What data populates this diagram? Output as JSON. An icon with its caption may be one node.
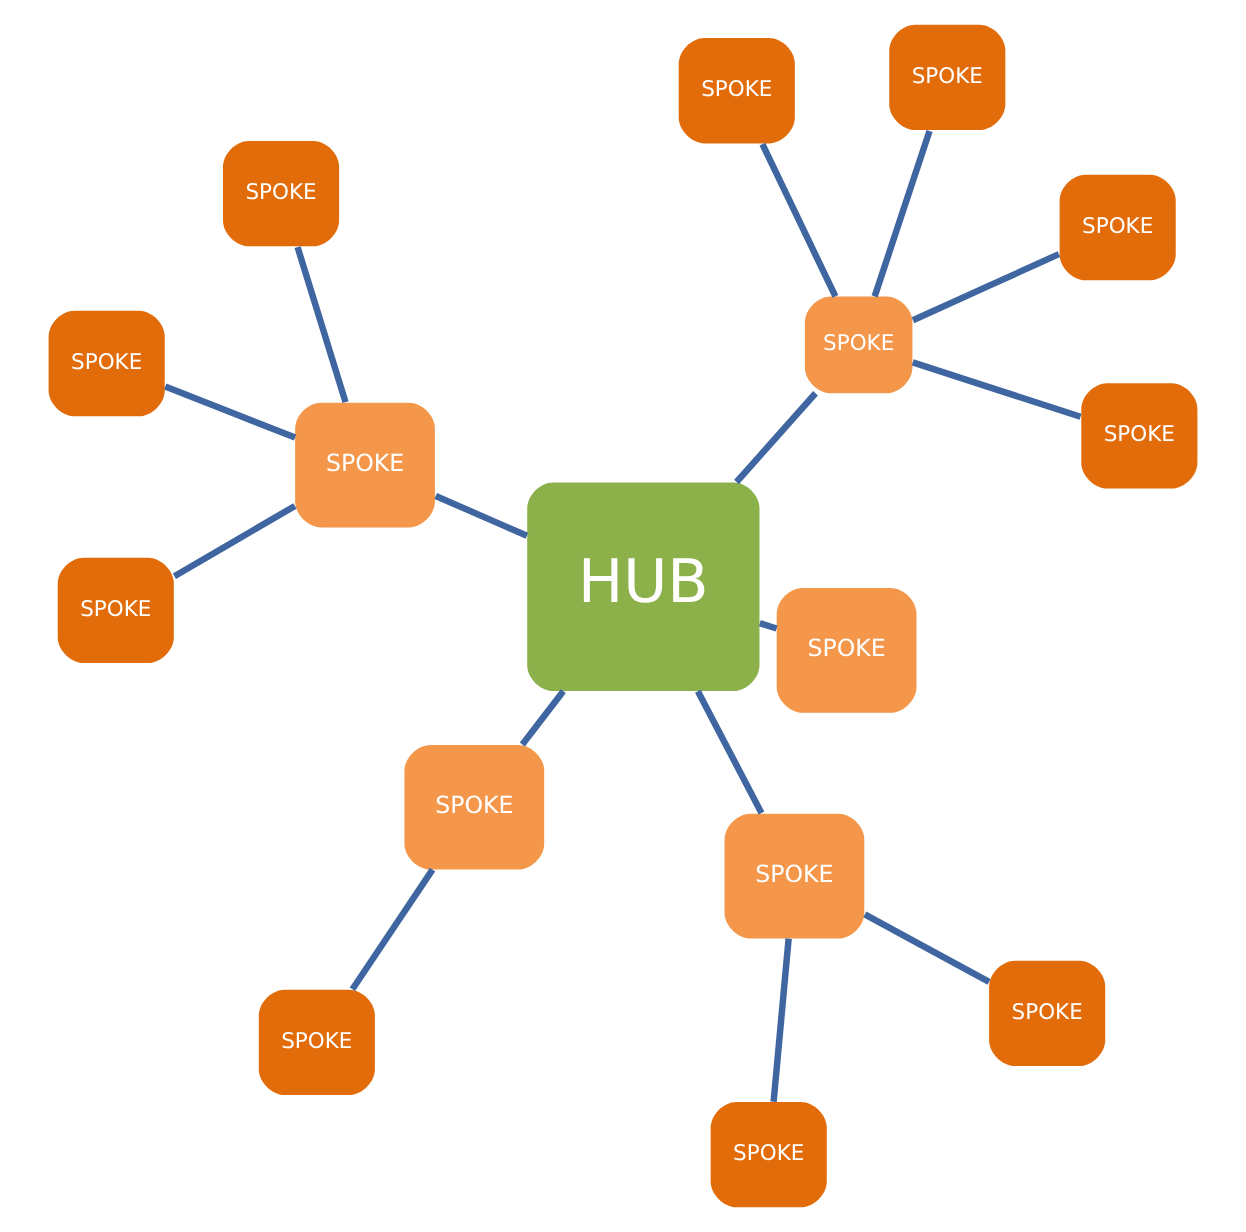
{
  "diagram": {
    "nodes": [
      {
        "text": [
          "HUB"
        ]
      },
      {
        "text": [
          "SPOKE"
        ]
      },
      {
        "text": [
          "SPOKE"
        ]
      },
      {
        "text": [
          "SPOKE"
        ]
      },
      {
        "text": [
          "SPOKE"
        ]
      },
      {
        "text": [
          "SPOKE"
        ]
      },
      {
        "text": [
          "SPOKE"
        ]
      },
      {
        "text": [
          "SPOKE"
        ]
      },
      {
        "text": [
          "SPOKE"
        ]
      },
      {
        "text": [
          "SPOKE"
        ]
      },
      {
        "text": [
          "SPOKE"
        ]
      },
      {
        "text": [
          "SPOKE"
        ]
      },
      {
        "text": [
          "SPOKE"
        ]
      },
      {
        "text": [
          "SPOKE"
        ]
      },
      {
        "text": [
          "SPOKE"
        ]
      },
      {
        "text": [
          "SPOKE"
        ]
      }
    ],
    "edges": [
      {
        "from": 0,
        "to": 1,
        "arrow": "none"
      },
      {
        "from": 0,
        "to": 2,
        "arrow": "none"
      },
      {
        "from": 2,
        "to": 3,
        "arrow": "none"
      },
      {
        "from": 2,
        "to": 4,
        "arrow": "none"
      },
      {
        "from": 2,
        "to": 5,
        "arrow": "none"
      },
      {
        "from": 0,
        "to": 6,
        "arrow": "none"
      },
      {
        "from": 6,
        "to": 7,
        "arrow": "none"
      },
      {
        "from": 0,
        "to": 8,
        "arrow": "none"
      },
      {
        "from": 8,
        "to": 9,
        "arrow": "none"
      },
      {
        "from": 8,
        "to": 10,
        "arrow": "none"
      },
      {
        "from": 0,
        "to": 11,
        "arrow": "none"
      },
      {
        "from": 11,
        "to": 12,
        "arrow": "none"
      },
      {
        "from": 11,
        "to": 13,
        "arrow": "none"
      },
      {
        "from": 11,
        "to": 14,
        "arrow": "none"
      },
      {
        "from": 11,
        "to": 15,
        "arrow": "none"
      }
    ]
  }
}
